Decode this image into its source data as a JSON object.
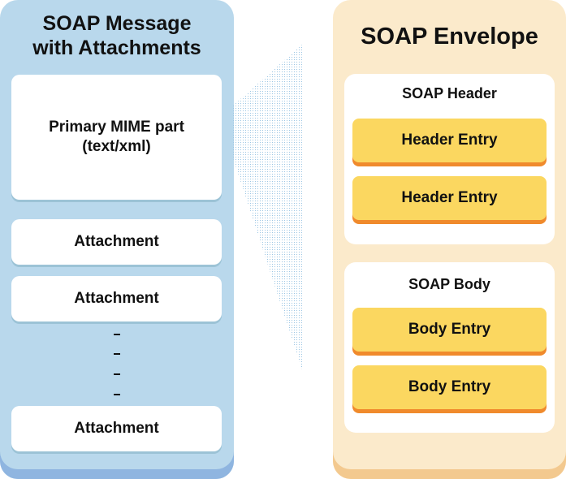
{
  "left_panel": {
    "title": "SOAP Message\nwith Attachments",
    "primary_part": "Primary MIME part\n(text/xml)",
    "attachments": [
      "Attachment",
      "Attachment",
      "Attachment"
    ],
    "ellipsis": [
      "-",
      "-",
      "-",
      "-"
    ]
  },
  "right_panel": {
    "title": "SOAP Envelope",
    "header": {
      "title": "SOAP Header",
      "entries": [
        "Header Entry",
        "Header Entry"
      ]
    },
    "body": {
      "title": "SOAP Body",
      "entries": [
        "Body Entry",
        "Body Entry"
      ]
    }
  },
  "colors": {
    "left_panel_bg": "#b9d8ec",
    "right_panel_bg": "#fbeacb",
    "entry_bg": "#fbd760",
    "entry_shadow": "#f08a2c"
  }
}
